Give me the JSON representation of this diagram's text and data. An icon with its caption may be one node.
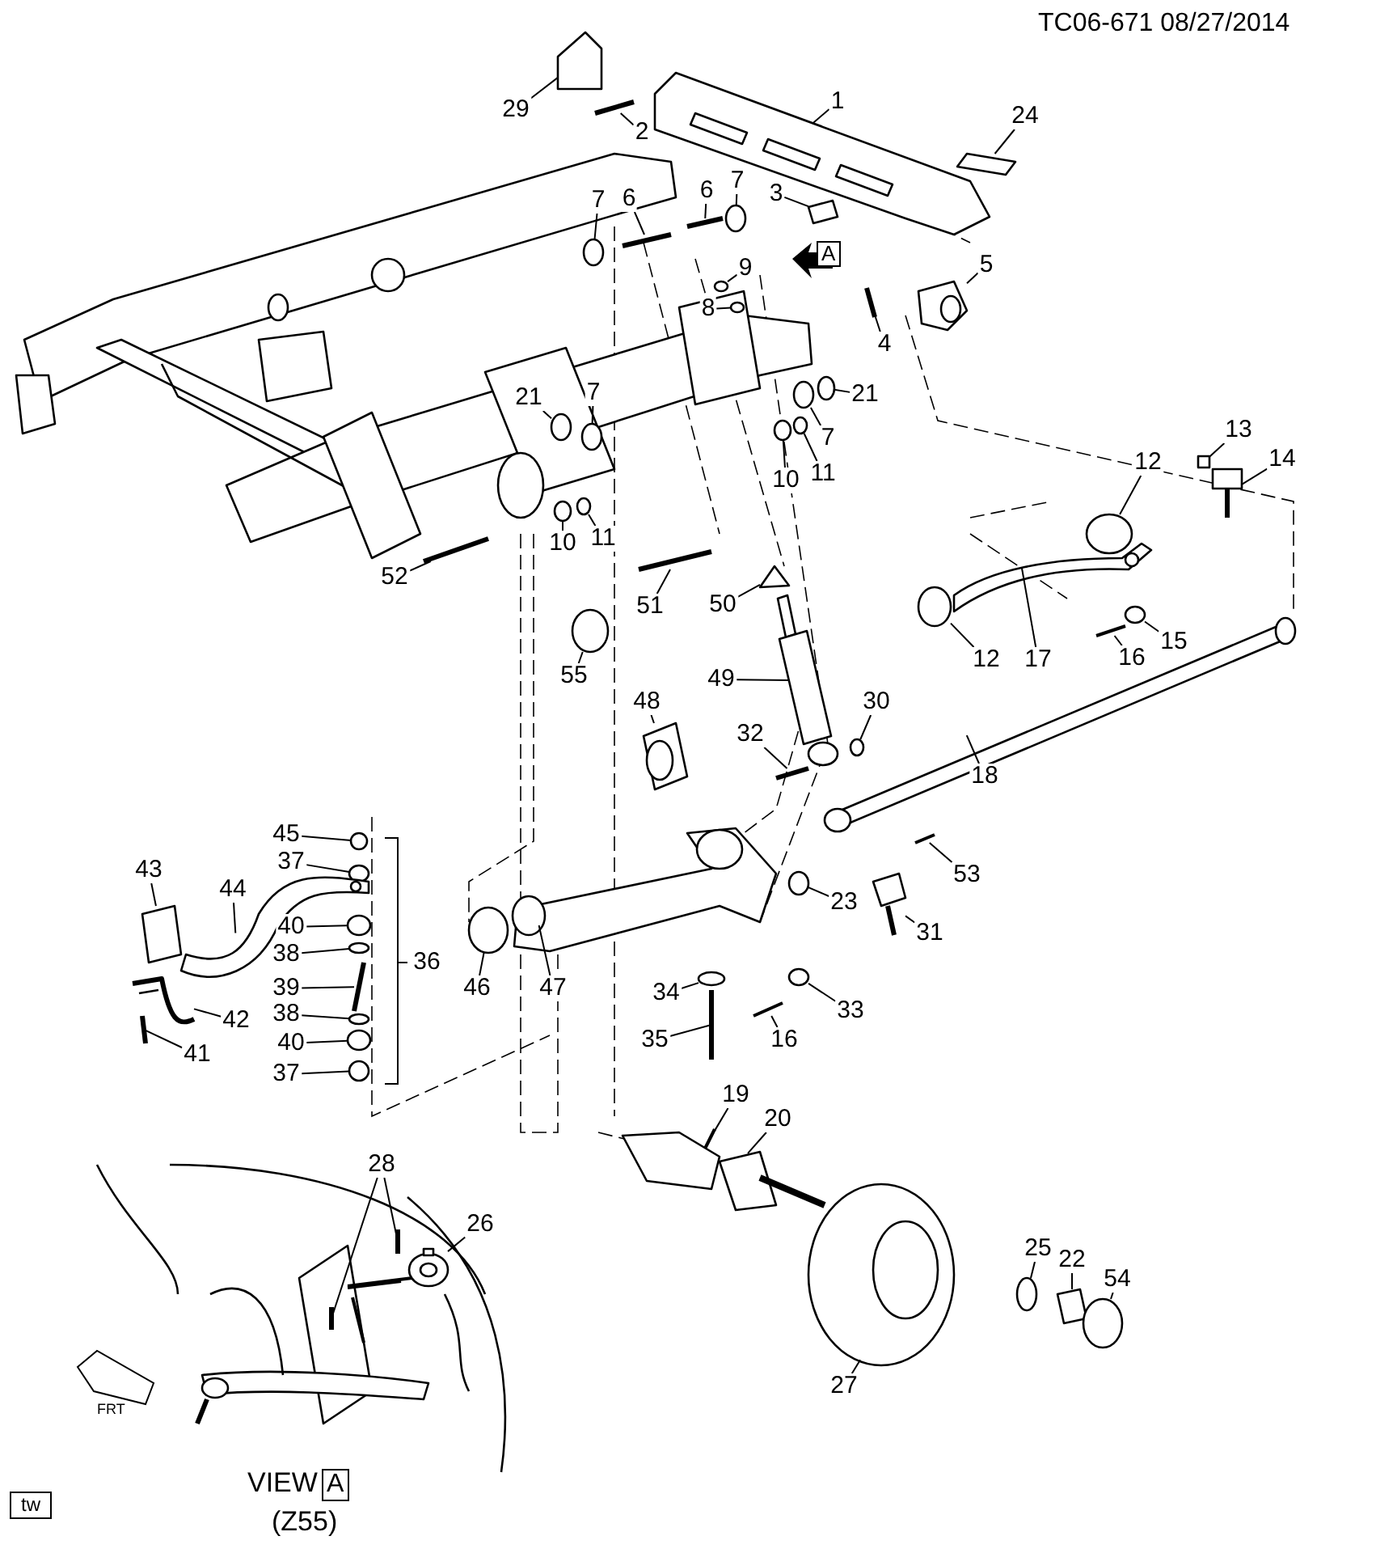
{
  "diagram": {
    "nodes": [
      {
        "text": [
          "29"
        ]
      },
      {
        "text": [
          "2"
        ]
      },
      {
        "text": [
          "1"
        ]
      },
      {
        "text": [
          "24"
        ]
      },
      {
        "text": [
          "7"
        ]
      },
      {
        "text": [
          "6"
        ]
      },
      {
        "text": [
          "3"
        ]
      },
      {
        "text": [
          "7"
        ]
      },
      {
        "text": [
          "6"
        ]
      },
      {
        "text": [
          "9"
        ]
      },
      {
        "text": [
          "8"
        ]
      },
      {
        "text": [
          "5"
        ]
      },
      {
        "text": [
          "4"
        ]
      },
      {
        "text": [
          "21"
        ]
      },
      {
        "text": [
          "7"
        ]
      },
      {
        "text": [
          "7"
        ]
      },
      {
        "text": [
          "21"
        ]
      },
      {
        "text": [
          "13"
        ]
      },
      {
        "text": [
          "12"
        ]
      },
      {
        "text": [
          "14"
        ]
      },
      {
        "text": [
          "10"
        ]
      },
      {
        "text": [
          "11"
        ]
      },
      {
        "text": [
          "10"
        ]
      },
      {
        "text": [
          "11"
        ]
      },
      {
        "text": [
          "52"
        ]
      },
      {
        "text": [
          "51"
        ]
      },
      {
        "text": [
          "50"
        ]
      },
      {
        "text": [
          "15"
        ]
      },
      {
        "text": [
          "16"
        ]
      },
      {
        "text": [
          "12"
        ]
      },
      {
        "text": [
          "17"
        ]
      },
      {
        "text": [
          "55"
        ]
      },
      {
        "text": [
          "49"
        ]
      },
      {
        "text": [
          "48"
        ]
      },
      {
        "text": [
          "30"
        ]
      },
      {
        "text": [
          "32"
        ]
      },
      {
        "text": [
          "18"
        ]
      },
      {
        "text": [
          "45"
        ]
      },
      {
        "text": [
          "37"
        ]
      },
      {
        "text": [
          "43"
        ]
      },
      {
        "text": [
          "44"
        ]
      },
      {
        "text": [
          "53"
        ]
      },
      {
        "text": [
          "23"
        ]
      },
      {
        "text": [
          "40"
        ]
      },
      {
        "text": [
          "31"
        ]
      },
      {
        "text": [
          "38"
        ]
      },
      {
        "text": [
          "36"
        ]
      },
      {
        "text": [
          "39"
        ]
      },
      {
        "text": [
          "46"
        ]
      },
      {
        "text": [
          "47"
        ]
      },
      {
        "text": [
          "34"
        ]
      },
      {
        "text": [
          "33"
        ]
      },
      {
        "text": [
          "42"
        ]
      },
      {
        "text": [
          "38"
        ]
      },
      {
        "text": [
          "16"
        ]
      },
      {
        "text": [
          "35"
        ]
      },
      {
        "text": [
          "40"
        ]
      },
      {
        "text": [
          "41"
        ]
      },
      {
        "text": [
          "37"
        ]
      },
      {
        "text": [
          "19"
        ]
      },
      {
        "text": [
          "20"
        ]
      },
      {
        "text": [
          "28"
        ]
      },
      {
        "text": [
          "26"
        ]
      },
      {
        "text": [
          "25"
        ]
      },
      {
        "text": [
          "22"
        ]
      },
      {
        "text": [
          "54"
        ]
      },
      {
        "text": [
          "27"
        ]
      },
      {
        "text": [],
        "shape": "box"
      },
      {
        "text": [],
        "shape": "bar"
      },
      {
        "text": [],
        "shape": "picture"
      },
      {
        "text": [],
        "shape": "box"
      },
      {
        "text": [],
        "shape": "circle"
      },
      {
        "text": [],
        "shape": "bar"
      },
      {
        "text": [],
        "shape": "box"
      },
      {
        "text": [],
        "shape": "circle"
      },
      {
        "text": [],
        "shape": "bar"
      },
      {
        "text": [],
        "shape": "circle"
      },
      {
        "text": [],
        "shape": "circle"
      },
      {
        "text": [],
        "shape": "picture"
      },
      {
        "text": [],
        "shape": "bar"
      },
      {
        "text": [],
        "shape": "circle"
      },
      {
        "text": [],
        "shape": "circle"
      },
      {
        "text": [],
        "shape": "circle"
      },
      {
        "text": [],
        "shape": "circle"
      },
      {
        "text": [],
        "shape": "box"
      },
      {
        "text": [],
        "shape": "circle"
      },
      {
        "text": [],
        "shape": "picture"
      },
      {
        "text": [],
        "shape": "circle"
      },
      {
        "text": [],
        "shape": "circle"
      },
      {
        "text": [],
        "shape": "circle"
      },
      {
        "text": [],
        "shape": "circle"
      },
      {
        "text": [],
        "shape": "bar"
      },
      {
        "text": [],
        "shape": "bar"
      },
      {
        "text": [],
        "shape": "triangle"
      },
      {
        "text": [],
        "shape": "circle"
      },
      {
        "text": [],
        "shape": "bar"
      },
      {
        "text": [],
        "shape": "circle"
      },
      {
        "text": [],
        "shape": "picture"
      },
      {
        "text": [],
        "shape": "circle"
      },
      {
        "text": [],
        "shape": "picture"
      },
      {
        "text": [],
        "shape": "picture"
      },
      {
        "text": [],
        "shape": "circle"
      },
      {
        "text": [],
        "shape": "bar"
      },
      {
        "text": [],
        "shape": "picture"
      },
      {
        "text": [],
        "shape": "circle"
      },
      {
        "text": [],
        "shape": "circle"
      },
      {
        "text": [],
        "shape": "box"
      },
      {
        "text": [],
        "shape": "picture"
      },
      {
        "text": [],
        "shape": "bar"
      },
      {
        "text": [],
        "shape": "circle"
      },
      {
        "text": [],
        "shape": "circle"
      },
      {
        "text": [],
        "shape": "picture"
      },
      {
        "text": [],
        "shape": "circle"
      },
      {
        "text": [],
        "shape": "bar"
      },
      {
        "text": [],
        "shape": "circle"
      },
      {
        "text": [],
        "shape": "picture"
      },
      {
        "text": [],
        "shape": "circle"
      },
      {
        "text": [],
        "shape": "circle"
      },
      {
        "text": [],
        "shape": "picture"
      },
      {
        "text": [],
        "shape": "circle"
      },
      {
        "text": [],
        "shape": "bar"
      },
      {
        "text": [],
        "shape": "bar"
      },
      {
        "text": [],
        "shape": "circle"
      },
      {
        "text": [],
        "shape": "bar"
      },
      {
        "text": [],
        "shape": "circle"
      },
      {
        "text": [],
        "shape": "bar"
      },
      {
        "text": [],
        "shape": "picture"
      },
      {
        "text": [],
        "shape": "bar"
      },
      {
        "text": [],
        "shape": "bar"
      },
      {
        "text": [],
        "shape": "picture"
      },
      {
        "text": [],
        "shape": "circle"
      },
      {
        "text": [],
        "shape": "box"
      },
      {
        "text": [],
        "shape": "circle"
      },
      {
        "text": [],
        "shape": "picture"
      }
    ],
    "edges": [
      {
        "from": 0,
        "to": 67,
        "arrow": "none"
      },
      {
        "from": 1,
        "to": 68,
        "arrow": "none"
      },
      {
        "from": 2,
        "to": 69,
        "arrow": "none"
      },
      {
        "from": 3,
        "to": 70,
        "arrow": "none"
      },
      {
        "from": 4,
        "to": 71,
        "arrow": "none"
      },
      {
        "from": 5,
        "to": 72,
        "arrow": "none"
      },
      {
        "from": 6,
        "to": 73,
        "arrow": "none"
      },
      {
        "from": 7,
        "to": 74,
        "arrow": "none"
      },
      {
        "from": 8,
        "to": 75,
        "arrow": "none"
      },
      {
        "from": 9,
        "to": 76,
        "arrow": "none"
      },
      {
        "from": 10,
        "to": 77,
        "arrow": "none"
      },
      {
        "from": 11,
        "to": 78,
        "arrow": "none"
      },
      {
        "from": 12,
        "to": 79,
        "arrow": "none"
      },
      {
        "from": 13,
        "to": 80,
        "arrow": "none"
      },
      {
        "from": 14,
        "to": 81,
        "arrow": "none"
      },
      {
        "from": 15,
        "to": 82,
        "arrow": "none"
      },
      {
        "from": 16,
        "to": 83,
        "arrow": "none"
      },
      {
        "from": 17,
        "to": 84,
        "arrow": "none"
      },
      {
        "from": 18,
        "to": 85,
        "arrow": "none"
      },
      {
        "from": 19,
        "to": 86,
        "arrow": "none"
      },
      {
        "from": 20,
        "to": 87,
        "arrow": "none"
      },
      {
        "from": 21,
        "to": 88,
        "arrow": "none"
      },
      {
        "from": 22,
        "to": 89,
        "arrow": "none"
      },
      {
        "from": 23,
        "to": 90,
        "arrow": "none"
      },
      {
        "from": 24,
        "to": 91,
        "arrow": "none"
      },
      {
        "from": 25,
        "to": 92,
        "arrow": "none"
      },
      {
        "from": 26,
        "to": 93,
        "arrow": "none"
      },
      {
        "from": 27,
        "to": 94,
        "arrow": "none"
      },
      {
        "from": 28,
        "to": 95,
        "arrow": "none"
      },
      {
        "from": 29,
        "to": 96,
        "arrow": "none"
      },
      {
        "from": 30,
        "to": 97,
        "arrow": "none"
      },
      {
        "from": 31,
        "to": 98,
        "arrow": "none"
      },
      {
        "from": 32,
        "to": 99,
        "arrow": "none"
      },
      {
        "from": 33,
        "to": 100,
        "arrow": "none"
      },
      {
        "from": 34,
        "to": 101,
        "arrow": "none"
      },
      {
        "from": 35,
        "to": 102,
        "arrow": "none"
      },
      {
        "from": 36,
        "to": 103,
        "arrow": "none"
      },
      {
        "from": 37,
        "to": 104,
        "arrow": "none"
      },
      {
        "from": 38,
        "to": 105,
        "arrow": "none"
      },
      {
        "from": 39,
        "to": 106,
        "arrow": "none"
      },
      {
        "from": 40,
        "to": 107,
        "arrow": "none"
      },
      {
        "from": 41,
        "to": 108,
        "arrow": "none"
      },
      {
        "from": 42,
        "to": 109,
        "arrow": "none"
      },
      {
        "from": 43,
        "to": 110,
        "arrow": "none"
      },
      {
        "from": 44,
        "to": 111,
        "arrow": "none"
      },
      {
        "from": 45,
        "to": 112,
        "arrow": "none"
      },
      {
        "from": 47,
        "to": 113,
        "arrow": "none"
      },
      {
        "from": 48,
        "to": 114,
        "arrow": "none"
      },
      {
        "from": 49,
        "to": 115,
        "arrow": "none"
      },
      {
        "from": 50,
        "to": 116,
        "arrow": "none"
      },
      {
        "from": 51,
        "to": 117,
        "arrow": "none"
      },
      {
        "from": 52,
        "to": 118,
        "arrow": "none"
      },
      {
        "from": 53,
        "to": 119,
        "arrow": "none"
      },
      {
        "from": 54,
        "to": 120,
        "arrow": "none"
      },
      {
        "from": 55,
        "to": 121,
        "arrow": "none"
      },
      {
        "from": 56,
        "to": 122,
        "arrow": "none"
      },
      {
        "from": 57,
        "to": 123,
        "arrow": "none"
      },
      {
        "from": 58,
        "to": 124,
        "arrow": "none"
      },
      {
        "from": 59,
        "to": 125,
        "arrow": "none"
      },
      {
        "from": 60,
        "to": 126,
        "arrow": "none"
      },
      {
        "from": 61,
        "to": 127,
        "arrow": "none"
      },
      {
        "from": 61,
        "to": 128,
        "arrow": "none"
      },
      {
        "from": 62,
        "to": 129,
        "arrow": "none"
      },
      {
        "from": 63,
        "to": 130,
        "arrow": "none"
      },
      {
        "from": 64,
        "to": 131,
        "arrow": "none"
      },
      {
        "from": 65,
        "to": 132,
        "arrow": "none"
      },
      {
        "from": 66,
        "to": 133,
        "arrow": "none"
      }
    ],
    "labels": [
      "TC06-671 08/27/2014",
      "A",
      "VIEW",
      "A",
      "(Z55)",
      "FRT",
      "tw"
    ]
  }
}
